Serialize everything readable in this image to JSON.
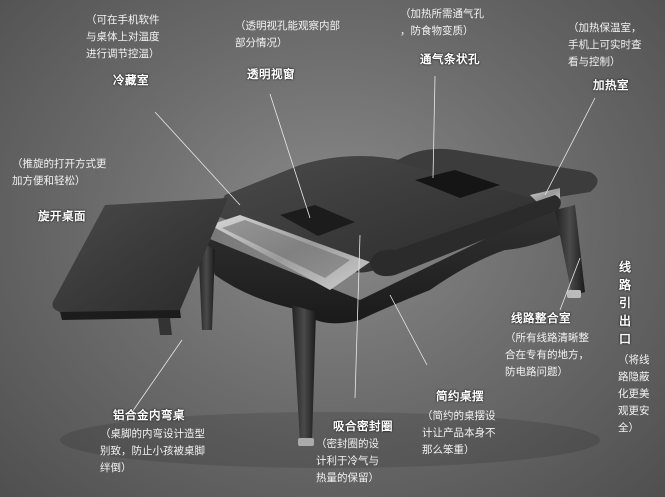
{
  "callouts": {
    "cold_room": {
      "title": "冷藏室",
      "desc": "（可在手机软件\n与桌体上对温度\n进行调节控温）"
    },
    "window": {
      "title": "透明视窗",
      "desc": "（透明视孔能观察内部\n部分情况）"
    },
    "vent": {
      "title": "通气条状孔",
      "desc": "（加热所需通气孔\n，防食物变质）"
    },
    "heat_room": {
      "title": "加热室",
      "desc": "（加热保温室，\n手机上可实时查\n看与控制）"
    },
    "rotate_top": {
      "title": "旋开桌面",
      "desc": "（推旋的打开方式更\n加方便和轻松）"
    },
    "cable_room": {
      "title": "线路整合室",
      "desc": "（所有线路清晰整\n合在专有的地方，\n防电路问题）"
    },
    "cable_exit": {
      "title": "线路引出口",
      "desc": "（将线\n路隐蔽\n化更美\n观更安\n全）"
    },
    "simple_style": {
      "title": "简约桌摆",
      "desc": "（简约的桌摆设\n计让产品本身不\n那么笨重）"
    },
    "seal": {
      "title": "吸合密封圈",
      "desc": "（密封圈的设\n计利于冷气与\n热量的保留）"
    },
    "legs": {
      "title": "铝合金内弯桌",
      "desc": "（桌脚的内弯设计造型\n别致，防止小孩被桌脚\n绊倒）"
    }
  }
}
